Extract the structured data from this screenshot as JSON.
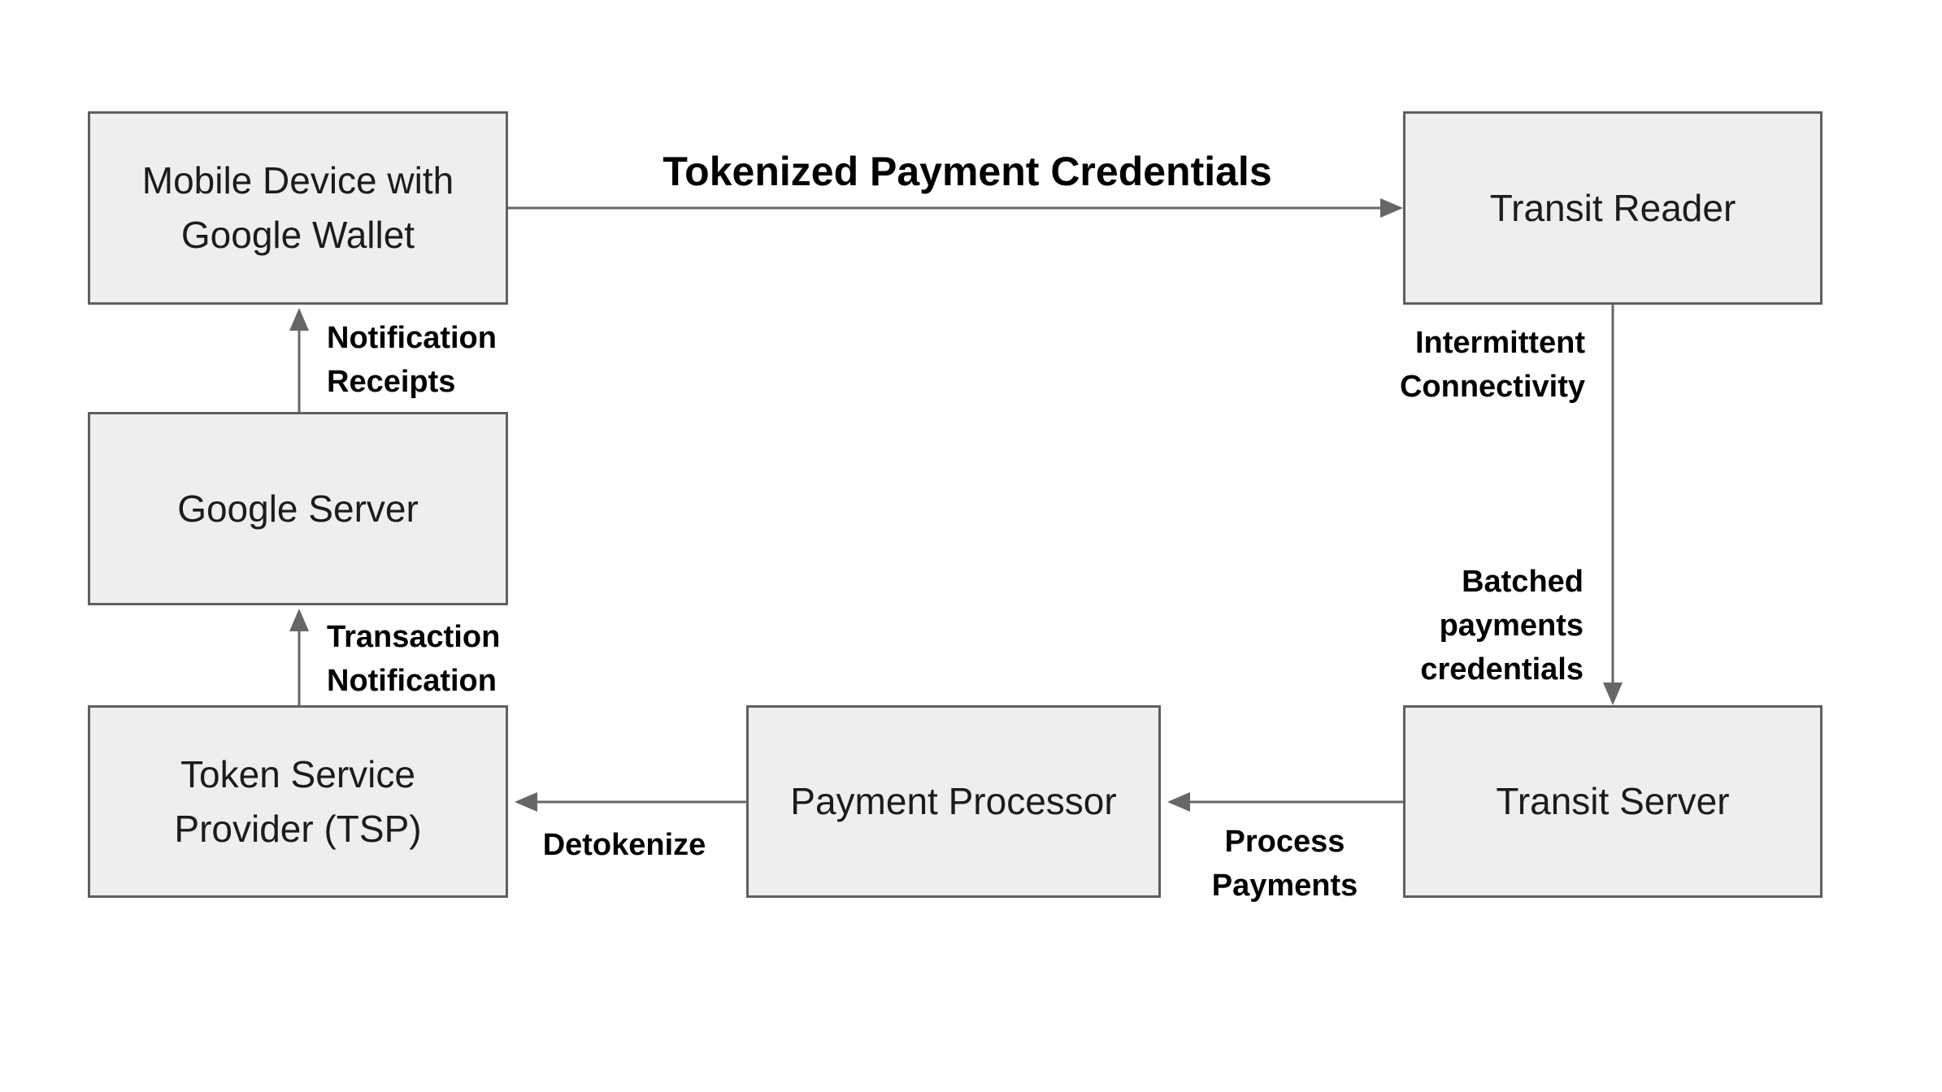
{
  "diagram": {
    "title": "Google Wallet tokenized transit payment flow",
    "colors": {
      "background": "#ffffff",
      "node_fill": "#eeeeee",
      "node_border": "#5f5f5f",
      "arrow": "#666666",
      "node_text": "#1c1c1c",
      "edge_text": "#000000"
    },
    "nodes": [
      {
        "id": "mobile-wallet",
        "label": "Mobile Device with\nGoogle Wallet"
      },
      {
        "id": "transit-reader",
        "label": "Transit Reader"
      },
      {
        "id": "google-server",
        "label": "Google Server"
      },
      {
        "id": "tsp",
        "label": "Token Service\nProvider (TSP)"
      },
      {
        "id": "payment-processor",
        "label": "Payment Processor"
      },
      {
        "id": "transit-server",
        "label": "Transit Server"
      }
    ],
    "edges": [
      {
        "id": "tokenized",
        "from": "mobile-wallet",
        "to": "transit-reader",
        "label": "Tokenized Payment Credentials"
      },
      {
        "id": "intermittent",
        "from": "transit-reader",
        "to": "transit-server",
        "label": "Intermittent\nConnectivity"
      },
      {
        "id": "batched",
        "from": "transit-reader",
        "to": "transit-server",
        "label": "Batched\npayments\ncredentials"
      },
      {
        "id": "process",
        "from": "transit-server",
        "to": "payment-processor",
        "label": "Process\nPayments"
      },
      {
        "id": "detokenize",
        "from": "payment-processor",
        "to": "tsp",
        "label": "Detokenize"
      },
      {
        "id": "transaction",
        "from": "tsp",
        "to": "google-server",
        "label": "Transaction\nNotification"
      },
      {
        "id": "receipts",
        "from": "google-server",
        "to": "mobile-wallet",
        "label": "Notification\nReceipts"
      }
    ]
  }
}
